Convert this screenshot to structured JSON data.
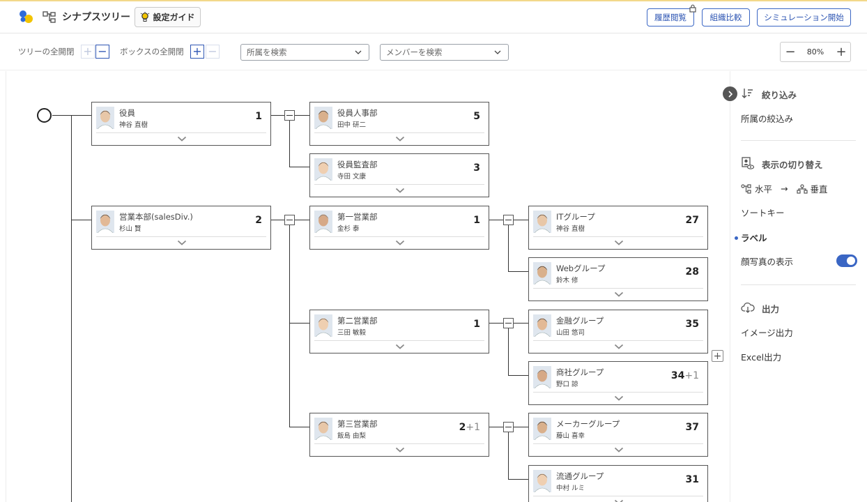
{
  "header": {
    "app_title": "シナプスツリー",
    "guide_label": "設定ガイド",
    "history_label": "履歴閲覧",
    "compare_label": "組織比較",
    "simulation_label": "シミュレーション開始"
  },
  "toolbar": {
    "tree_toggle_label": "ツリーの全開閉",
    "box_toggle_label": "ボックスの全開閉",
    "dept_search_placeholder": "所属を検索",
    "member_search_placeholder": "メンバーを検索",
    "zoom_level": "80%"
  },
  "tree": {
    "cards": [
      {
        "id": "c1",
        "dept": "役員",
        "person": "神谷 直樹",
        "count": "1",
        "extra": ""
      },
      {
        "id": "c2",
        "dept": "役員人事部",
        "person": "田中 研二",
        "count": "5",
        "extra": ""
      },
      {
        "id": "c3",
        "dept": "役員監査部",
        "person": "寺田 文康",
        "count": "3",
        "extra": ""
      },
      {
        "id": "c4",
        "dept": "営業本部(salesDiv.)",
        "person": "杉山 賢",
        "count": "2",
        "extra": ""
      },
      {
        "id": "c5",
        "dept": "第一営業部",
        "person": "金杉 泰",
        "count": "1",
        "extra": ""
      },
      {
        "id": "c6",
        "dept": "ITグループ",
        "person": "神谷 直樹",
        "count": "27",
        "extra": ""
      },
      {
        "id": "c7",
        "dept": "Webグループ",
        "person": "鈴木 修",
        "count": "28",
        "extra": ""
      },
      {
        "id": "c8",
        "dept": "第二営業部",
        "person": "三田 敏毅",
        "count": "1",
        "extra": ""
      },
      {
        "id": "c9",
        "dept": "金融グループ",
        "person": "山田 悠司",
        "count": "35",
        "extra": ""
      },
      {
        "id": "c10",
        "dept": "商社グループ",
        "person": "野口 諒",
        "count": "34",
        "extra": "+1"
      },
      {
        "id": "c11",
        "dept": "第三営業部",
        "person": "飯島 由梨",
        "count": "2",
        "extra": "+1"
      },
      {
        "id": "c12",
        "dept": "メーカーグループ",
        "person": "藤山 喜幸",
        "count": "37",
        "extra": ""
      },
      {
        "id": "c13",
        "dept": "流通グループ",
        "person": "中村 ルミ",
        "count": "31",
        "extra": ""
      }
    ]
  },
  "panel": {
    "filter_title": "絞り込み",
    "filter_dept": "所属の絞込み",
    "display_title": "表示の切り替え",
    "orientation_from": "水平",
    "orientation_arrow": "→",
    "orientation_to": "垂直",
    "sort_key": "ソートキー",
    "label": "ラベル",
    "show_photo": "顔写真の表示",
    "show_photo_enabled": true,
    "output_title": "出力",
    "image_export": "イメージ出力",
    "excel_export": "Excel出力"
  },
  "colors": {
    "accent": "#3a66c4",
    "header_border": "#f3d88a"
  }
}
